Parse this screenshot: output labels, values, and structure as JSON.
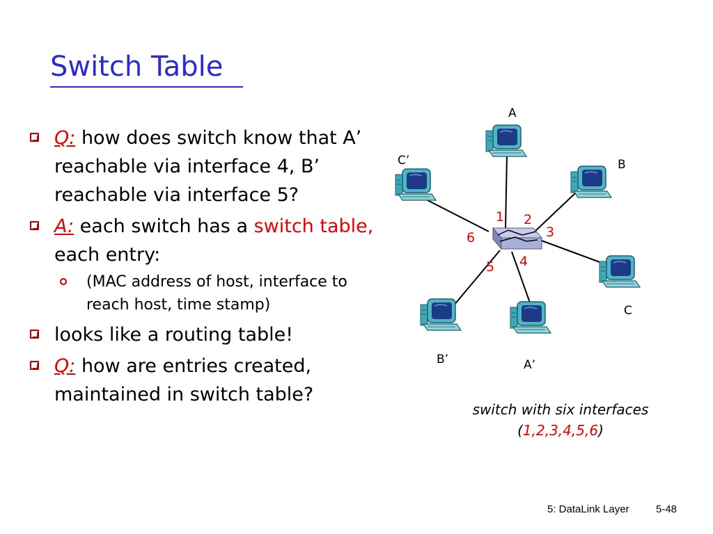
{
  "slide": {
    "title": "Switch Table",
    "bullets": {
      "b1": {
        "q": "Q:",
        "text": " how does switch know that A’ reachable via interface 4, B’ reachable via interface 5?"
      },
      "b2": {
        "a": "A:",
        "text1": "  each switch has a ",
        "red": "switch table,",
        "text2": " each entry:"
      },
      "b2_sub": "(MAC address of host, interface to reach host, time stamp)",
      "b3": "looks like a routing table!",
      "b4": {
        "q": "Q:",
        "text": " how are entries created, maintained in switch table?"
      }
    },
    "diagram": {
      "hosts": {
        "A": "A",
        "B": "B",
        "C": "C",
        "A_prime": "A’",
        "B_prime": "B’",
        "C_prime": "C’"
      },
      "interfaces": [
        "1",
        "2",
        "3",
        "4",
        "5",
        "6"
      ],
      "caption_line1": "switch with six interfaces",
      "caption_open": "(",
      "caption_nums": "1,2,3,4,5,6",
      "caption_close": ")"
    },
    "footer": {
      "chapter": "5: DataLink Layer",
      "page": "5-48"
    },
    "colors": {
      "title": "#2b2bd6",
      "accent": "#e60000",
      "bullet": "#b80000",
      "switch": "#a7aed8",
      "screen": "#1c3a86"
    }
  }
}
